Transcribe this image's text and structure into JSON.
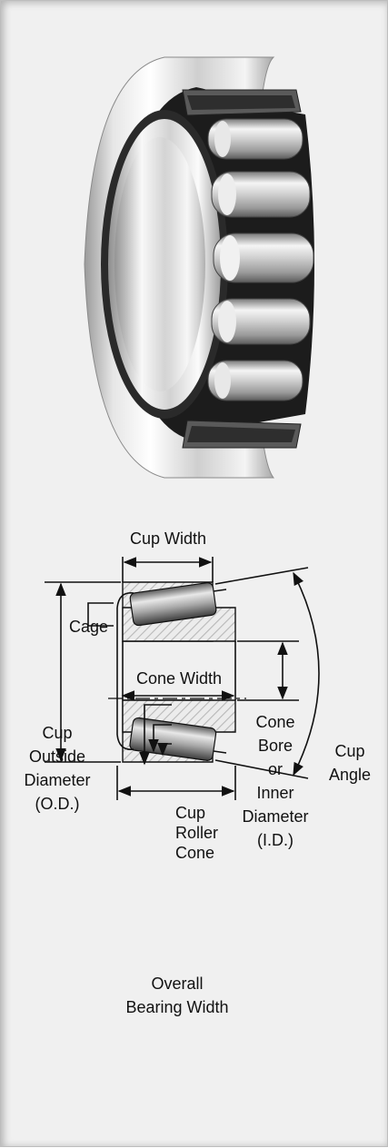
{
  "labels": {
    "cup_width": "Cup Width",
    "cage": "Cage",
    "cone_width": "Cone Width",
    "cup_od": [
      "Cup",
      "Outside",
      "Diameter",
      "(O.D.)"
    ],
    "cone_bore": [
      "Cone",
      "Bore",
      "or",
      "Inner",
      "Diameter",
      "(I.D.)"
    ],
    "cup_angle": [
      "Cup",
      "Angle"
    ],
    "cup": "Cup",
    "roller": "Roller",
    "cone": "Cone",
    "overall_bearing_width": [
      "Overall",
      "Bearing Width"
    ]
  },
  "colors": {
    "background": "#f0f0f0",
    "line": "#111111",
    "hatch": "#b8b8b8",
    "cage_dark": "#1c1c1c"
  }
}
